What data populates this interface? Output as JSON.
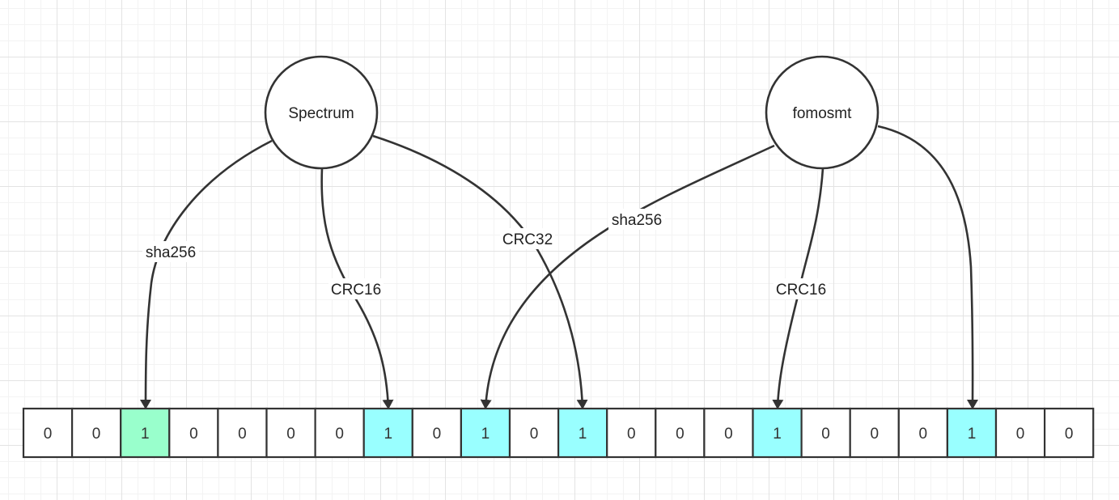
{
  "colors": {
    "stroke": "#333333",
    "cell_default": "#ffffff",
    "cell_set": "#99ffff",
    "cell_set_first": "#99ffcc"
  },
  "nodes": [
    {
      "id": "spectrum",
      "label": "Spectrum"
    },
    {
      "id": "fomosmt",
      "label": "fomosmt"
    }
  ],
  "edges": [
    {
      "from": "spectrum",
      "label": "sha256",
      "to_bit": 2
    },
    {
      "from": "spectrum",
      "label": "CRC16",
      "to_bit": 7
    },
    {
      "from": "spectrum",
      "label": "CRC32",
      "to_bit": 11
    },
    {
      "from": "fomosmt",
      "label": "sha256",
      "to_bit": 9
    },
    {
      "from": "fomosmt",
      "label": "CRC16",
      "to_bit": 15
    },
    {
      "from": "fomosmt",
      "label": "",
      "to_bit": 19
    }
  ],
  "bit_array": [
    "0",
    "0",
    "1",
    "0",
    "0",
    "0",
    "0",
    "1",
    "0",
    "1",
    "0",
    "1",
    "0",
    "0",
    "0",
    "1",
    "0",
    "0",
    "0",
    "1",
    "0",
    "0"
  ],
  "highlighted_bits": [
    {
      "index": 2,
      "color": "#99ffcc"
    },
    {
      "index": 7,
      "color": "#99ffff"
    },
    {
      "index": 9,
      "color": "#99ffff"
    },
    {
      "index": 11,
      "color": "#99ffff"
    },
    {
      "index": 15,
      "color": "#99ffff"
    },
    {
      "index": 19,
      "color": "#99ffff"
    }
  ]
}
